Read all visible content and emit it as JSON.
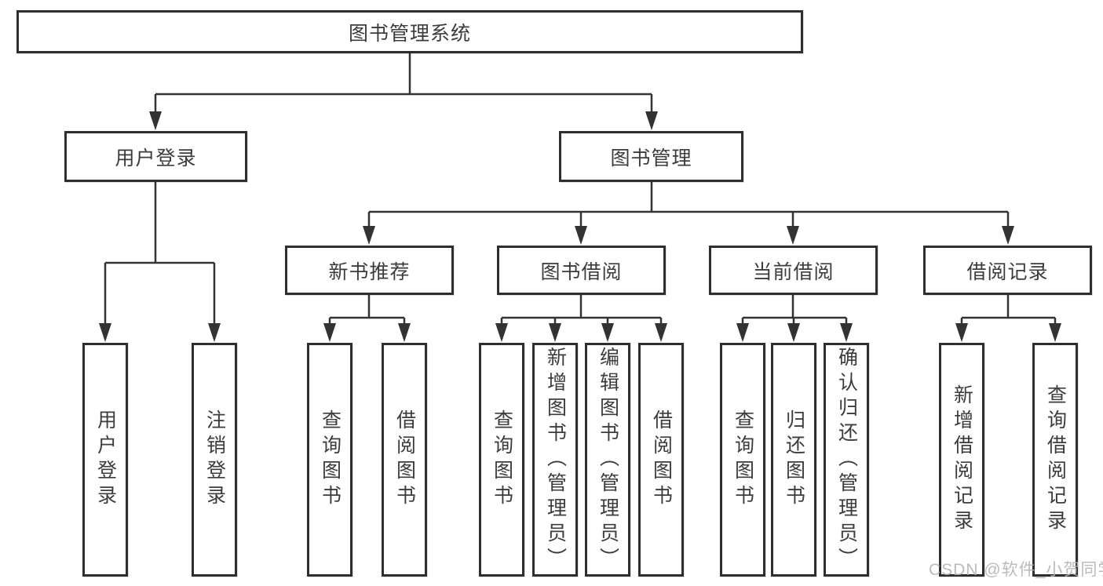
{
  "watermark": "CSDN @软件_小贺同学",
  "colors": {
    "line": "#333333",
    "box_border": "#2e2e2e",
    "box_fill": "#ffffff",
    "text": "#3c3c3c",
    "watermark": "#b4b4b4"
  },
  "tree": {
    "root": {
      "label": "图书管理系统"
    },
    "branches": [
      {
        "label": "用户登录",
        "leaves": [
          "用户登录",
          "注销登录"
        ]
      },
      {
        "label": "图书管理",
        "sections": [
          {
            "label": "新书推荐",
            "leaves": [
              "查询图书",
              "借阅图书"
            ]
          },
          {
            "label": "图书借阅",
            "leaves": [
              "查询图书",
              "新增图书（管理员）",
              "编辑图书（管理员）",
              "借阅图书"
            ]
          },
          {
            "label": "当前借阅",
            "leaves": [
              "查询图书",
              "归还图书",
              "确认归还（管理员）"
            ]
          },
          {
            "label": "借阅记录",
            "leaves": [
              "新增借阅记录",
              "查询借阅记录"
            ]
          }
        ]
      }
    ]
  }
}
